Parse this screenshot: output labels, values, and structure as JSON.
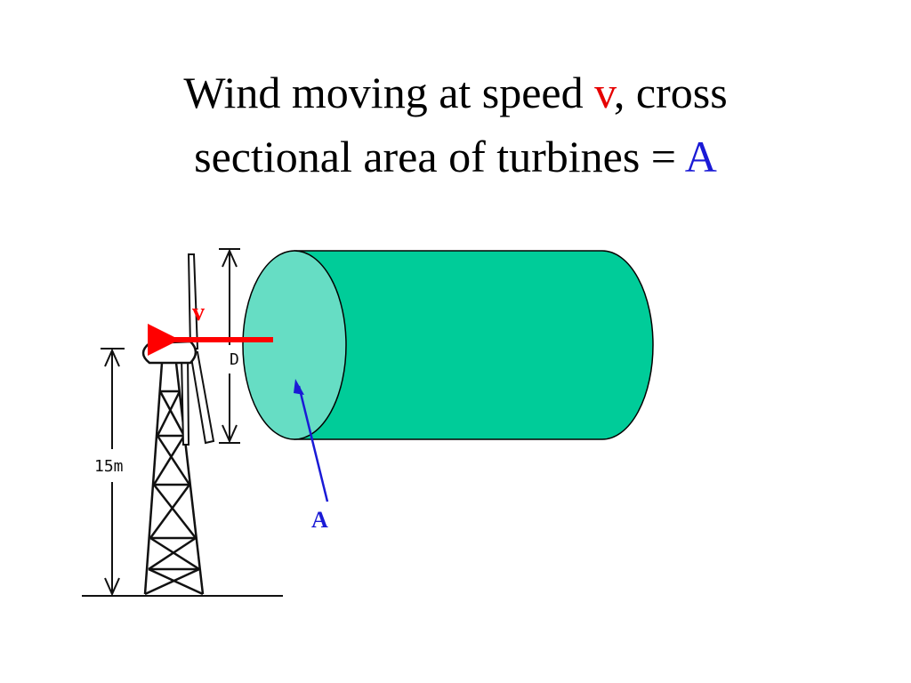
{
  "title": {
    "line1_before": "Wind moving at speed ",
    "line1_var": "v",
    "line1_after": ", cross",
    "line2_before": "sectional area of turbines = ",
    "line2_var": "A"
  },
  "diagram": {
    "velocity_label": "v",
    "area_label": "A",
    "height_label": "15m",
    "diameter_label": "D",
    "colors": {
      "cylinder_body": "#00cc99",
      "cylinder_face": "#66ddc4",
      "velocity_arrow": "#ff0000",
      "area_arrow": "#1a1ad6"
    }
  }
}
